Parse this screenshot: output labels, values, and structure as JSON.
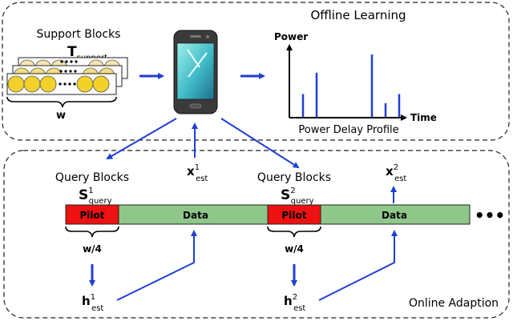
{
  "offline": {
    "title": "Offline Learning",
    "support_label": "Support Blocks",
    "t_main": "T",
    "t_sub": "support",
    "w_label": "w",
    "chart_ylabel": "Power",
    "chart_xlabel": "Time",
    "chart_caption": "Power Delay Profile",
    "pdp_taps": [
      {
        "t": 1,
        "p": 0.3
      },
      {
        "t": 2,
        "p": 0.58
      },
      {
        "t": 5,
        "p": 0.82
      },
      {
        "t": 6,
        "p": 0.18
      },
      {
        "t": 7,
        "p": 0.3
      }
    ]
  },
  "online": {
    "title": "Online Adaption",
    "frames": [
      {
        "query_label": "Query Blocks",
        "s_main": "S",
        "s_sup": "1",
        "s_sub": "query",
        "x_main": "x",
        "x_sup": "1",
        "x_sub": "est",
        "pilot_label": "Pilot",
        "data_label": "Data",
        "w4_label": "w/4",
        "h_main": "h",
        "h_sup": "1",
        "h_sub": "est"
      },
      {
        "query_label": "Query Blocks",
        "s_main": "S",
        "s_sup": "2",
        "s_sub": "query",
        "x_main": "x",
        "x_sup": "2",
        "x_sub": "est",
        "pilot_label": "Pilot",
        "data_label": "Data",
        "w4_label": "w/4",
        "h_main": "h",
        "h_sup": "2",
        "h_sub": "est"
      }
    ],
    "continuation": "•••"
  },
  "colors": {
    "pilot": "#ee1111",
    "data": "#8fc78a",
    "arrow": "#1f3fd6",
    "circle": "#f2d22a",
    "circle_light": "#f7e6b0"
  }
}
